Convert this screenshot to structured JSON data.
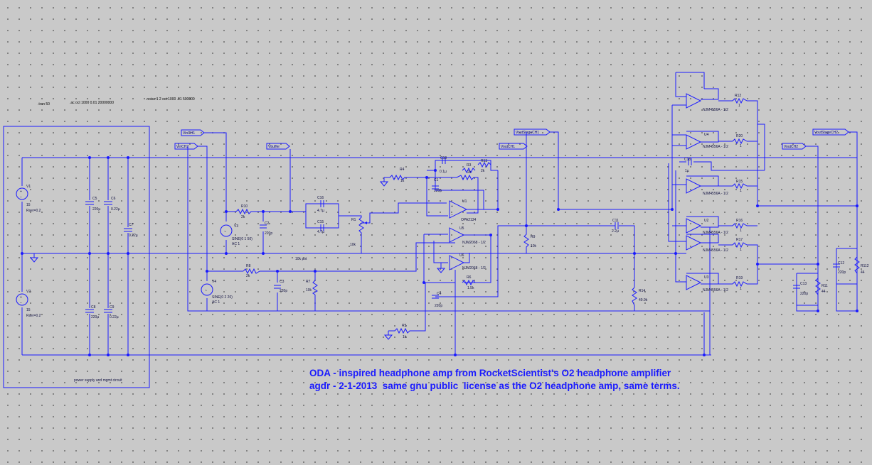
{
  "directives": {
    "tran": ".tran 50",
    "ac": ".ac oct 1000 0.01 20000000",
    "noise": ".noise 1 2 oct 1000 .01 500000"
  },
  "power_box_label": "power supply and mgmt circuit",
  "comments": {
    "line1": "ODA - inspired headphone amp from RocketScientist's O2 headphone amplifier",
    "line2": "agdr - 2-1-2013  same gnu public  license as the O2 headphone amp, same terms."
  },
  "net_labels": {
    "vinch1": "VinCH1",
    "vinch2": "VinCH2",
    "vmute": "Vbuffer",
    "vout_stage_ch1": "VoutStageCH1",
    "vout_ch1": "VoutCH1",
    "vout_ch2": "VoutCH2",
    "vout_stage_ch2": "VoutStageCH2"
  },
  "components": {
    "v1": {
      "name": "V1",
      "value": "15",
      "extra": "Rser=0.2"
    },
    "v2": {
      "name": "V2",
      "value": "15",
      "extra": "Rser=0.2"
    },
    "v3": {
      "name": "V3",
      "value": "SINE(0 1 50)",
      "extra": "AC 1"
    },
    "v4": {
      "name": "V4",
      "value": "SINE(0 2 20)",
      "extra": "AC 1"
    },
    "c5": {
      "name": "C5",
      "value": "220µ"
    },
    "c6": {
      "name": "C6",
      "value": "0.22µ"
    },
    "c7": {
      "name": "C7",
      "value": "0.22µ"
    },
    "c8": {
      "name": "C8",
      "value": "220µ"
    },
    "c9": {
      "name": "C9",
      "value": "0.22µ"
    },
    "r10": {
      "name": "R10",
      "value": "2k"
    },
    "c2": {
      "name": "C2",
      "value": "220p"
    },
    "c16": {
      "name": "C16",
      "value": "4.7µ"
    },
    "c15": {
      "name": "C15",
      "value": "4.7µ"
    },
    "r1": {
      "name": "R1",
      "value": "10k"
    },
    "r4": {
      "name": "R4",
      "value": "1k"
    },
    "c19": {
      "name": "C19",
      "value": "0.1µ"
    },
    "r3": {
      "name": "R3",
      "value": "2k"
    },
    "r13": {
      "name": "R13",
      "value": "2k"
    },
    "c1": {
      "name": "C1",
      "value": "220p"
    },
    "u1": {
      "name": "U1",
      "value": "OPA2134"
    },
    "u5": {
      "name": "U5",
      "value": "NJM2068 - 1/2"
    },
    "u6": {
      "name": "U6",
      "value": "NJM2068 - 1/2"
    },
    "r9": {
      "name": "R9",
      "value": "10k"
    },
    "pot": {
      "name": "10k pot"
    },
    "r8": {
      "name": "R8",
      "value": "2k"
    },
    "c3": {
      "name": "C3",
      "value": "220p"
    },
    "r7": {
      "name": "R7",
      "value": "10k"
    },
    "r6": {
      "name": "R6",
      "value": "1.5k"
    },
    "c4": {
      "name": "C4",
      "value": "220p"
    },
    "r5": {
      "name": "R5",
      "value": "1k"
    },
    "c11": {
      "name": "C11",
      "value": "2.2µ"
    },
    "r14": {
      "name": "R14",
      "value": "49.9k"
    },
    "c18": {
      "name": "C18",
      "value": "1µ"
    },
    "r12": {
      "name": "R12",
      "value": "1"
    },
    "r20": {
      "name": "R20",
      "value": "1"
    },
    "r15": {
      "name": "R15",
      "value": "1"
    },
    "r16": {
      "name": "R16",
      "value": "1"
    },
    "r17": {
      "name": "R17",
      "value": "1"
    },
    "r19": {
      "name": "R19",
      "value": "1"
    },
    "u4": {
      "name": "U4",
      "value": "NJM4556A - 1/2"
    },
    "u2": {
      "name": "U2",
      "value": "NJM4556A - 1/2"
    },
    "u3": {
      "name": "U3",
      "value": "NJM4556A - 1/2"
    },
    "ua_top": {
      "value": "NJM4556A - 1/2"
    },
    "ua_mid": {
      "value": "NJM4556A - 1/2"
    },
    "ua_low": {
      "value": "NJM4556A - 1/2"
    },
    "c13": {
      "name": "C13",
      "value": "220p"
    },
    "r11": {
      "name": "R11",
      "value": "44"
    },
    "c12": {
      "name": "C12",
      "value": "220p"
    },
    "r112": {
      "name": "R112",
      "value": "44"
    }
  }
}
